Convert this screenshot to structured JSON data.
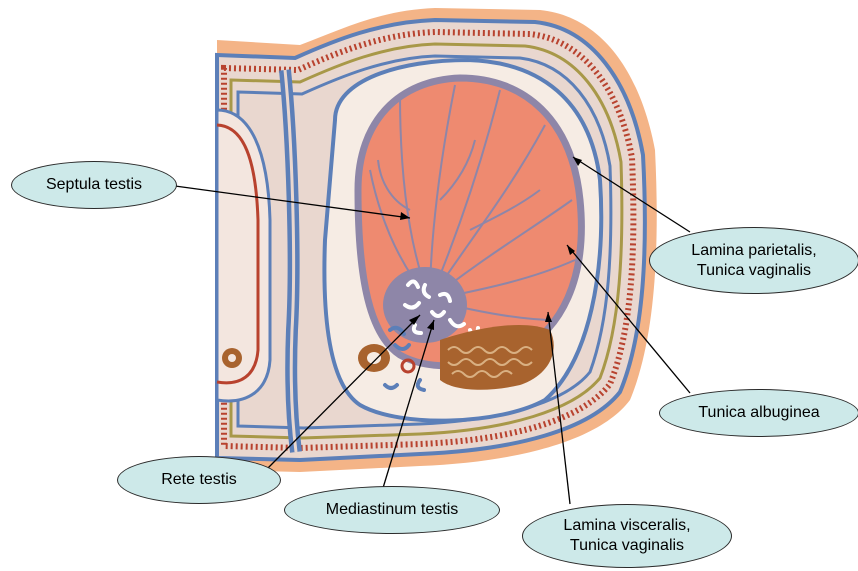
{
  "diagram": {
    "colors": {
      "background": "#ffffff",
      "label_fill": "#cde9e9",
      "parenchyma": "#ee8a70",
      "tunica_albuginea": "#8e86a8",
      "blue_layer": "#5c7fb8",
      "red_layer": "#b8422e",
      "olive_layer": "#a89848",
      "skin": "#f4b487",
      "epididymis": "#a8632e"
    },
    "labels": {
      "septula_testis": "Septula testis",
      "lamina_parietalis": [
        "Lamina parietalis,",
        "Tunica vaginalis"
      ],
      "tunica_albuginea": "Tunica albuginea",
      "rete_testis": "Rete testis",
      "mediastinum_testis": "Mediastinum testis",
      "lamina_visceralis": [
        "Lamina visceralis,",
        "Tunica vaginalis"
      ]
    }
  }
}
